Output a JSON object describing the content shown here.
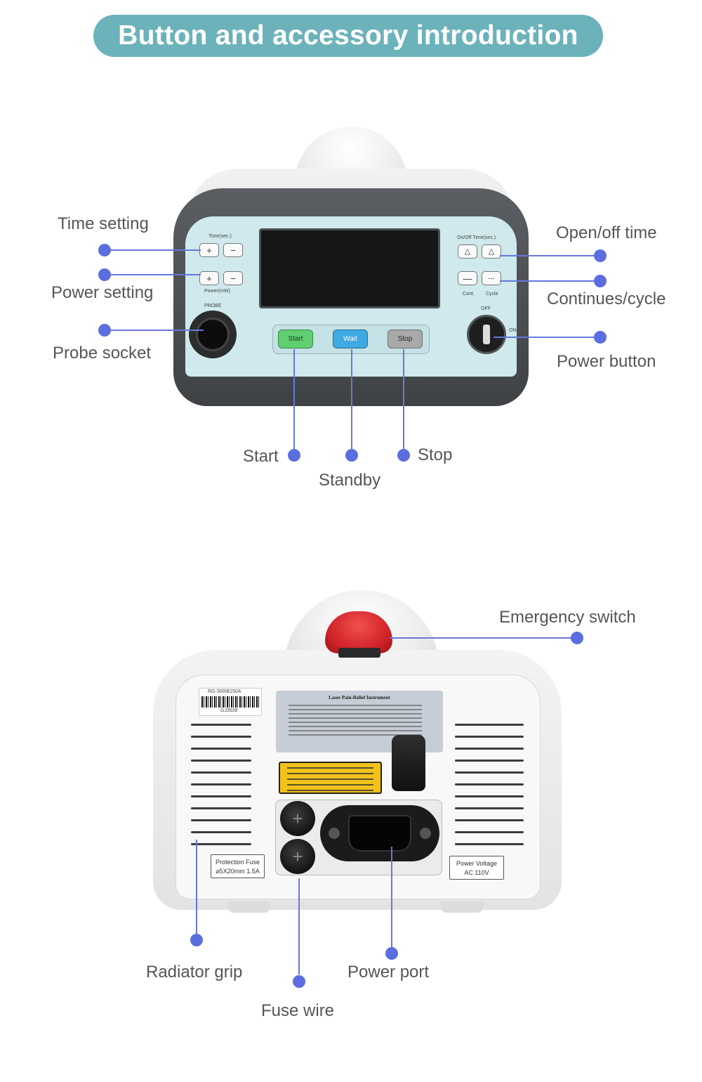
{
  "title": "Button and accessory introduction",
  "front_labels": {
    "time_setting": "Time setting",
    "power_setting": "Power setting",
    "probe_socket": "Probe socket",
    "open_off_time": "Open/off time",
    "continues_cycle": "Continues/cycle",
    "power_button": "Power button",
    "start": "Start",
    "standby": "Standby",
    "stop": "Stop"
  },
  "panel_text": {
    "time_sec": "Time(sec.)",
    "power_mw": "Power(mW)",
    "probe": "PROBE",
    "on_off_time_sec": "On/Off Time(sec.)",
    "cont": "Cont.",
    "cycle": "Cycle",
    "off": "OFF",
    "on": "ON",
    "plus": "+",
    "minus": "−",
    "start_btn": "Start",
    "wait_btn": "Wait",
    "stop_btn": "Stop"
  },
  "back_labels": {
    "emergency_switch": "Emergency switch",
    "radiator_grip": "Radiator grip",
    "fuse_wire": "Fuse wire",
    "power_port": "Power port"
  },
  "back_text": {
    "model_code": "RG-300IB150A",
    "serial": "GJ3539",
    "label_title": "Laser Pain-Relief Instrument",
    "fuse_line1": "Protection Fuse",
    "fuse_line2": "⌀5X20mm 1.5A",
    "voltage_line1": "Power Voltage",
    "voltage_line2": "AC  110V"
  },
  "colors": {
    "title_bg": "#6cb2bb",
    "callout": "#5a6ee0",
    "start_green": "#5fcf72",
    "wait_blue": "#3fa9e4",
    "stop_gray": "#a9a9a9"
  }
}
